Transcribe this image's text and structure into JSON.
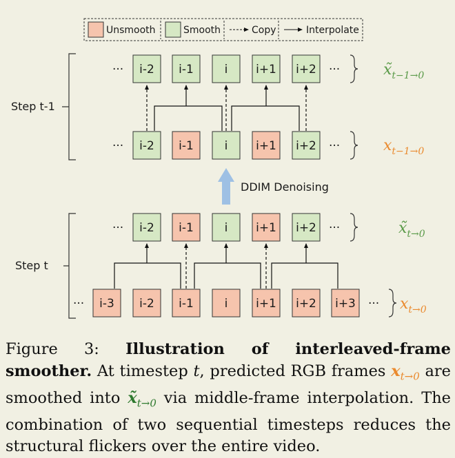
{
  "legend": {
    "unsmooth": "Unsmooth",
    "smooth": "Smooth",
    "copy": "Copy",
    "interpolate": "Interpolate"
  },
  "colors": {
    "smooth_fill": "#d6e8c4",
    "unsmooth_fill": "#f6c4ad",
    "arrow_blue": "#9ec0e4",
    "orange_text": "#ea8a2e",
    "green_text": "#5a9a48"
  },
  "labels": {
    "step_t1": "Step t-1",
    "step_t": "Step t",
    "ddim": "DDIM Denoising",
    "ellipsis": "···",
    "x_tilde_t1": "x̃",
    "x_t1": "x",
    "sub_t1": "t−1→0",
    "sub_t": "t→0"
  },
  "rows": {
    "t1_top": [
      "i-2",
      "i-1",
      "i",
      "i+1",
      "i+2"
    ],
    "t1_bottom": [
      "i-2",
      "i-1",
      "i",
      "i+1",
      "i+2"
    ],
    "t_top": [
      "i-2",
      "i-1",
      "i",
      "i+1",
      "i+2"
    ],
    "t_bottom": [
      "i-3",
      "i-2",
      "i-1",
      "i",
      "i+1",
      "i+2",
      "i+3"
    ]
  },
  "caption": {
    "fig": "Figure 3:",
    "bold": "Illustration of interleaved-frame smoother.",
    "p1": "At timestep",
    "t": "t",
    "p2": ", predicted RGB frames",
    "x": "x",
    "sub": "t→0",
    "p3": "are smoothed into",
    "xt": "x̃",
    "p4": "via middle-frame interpolation. The combination of two sequential timesteps reduces the structural flickers over the entire video."
  }
}
